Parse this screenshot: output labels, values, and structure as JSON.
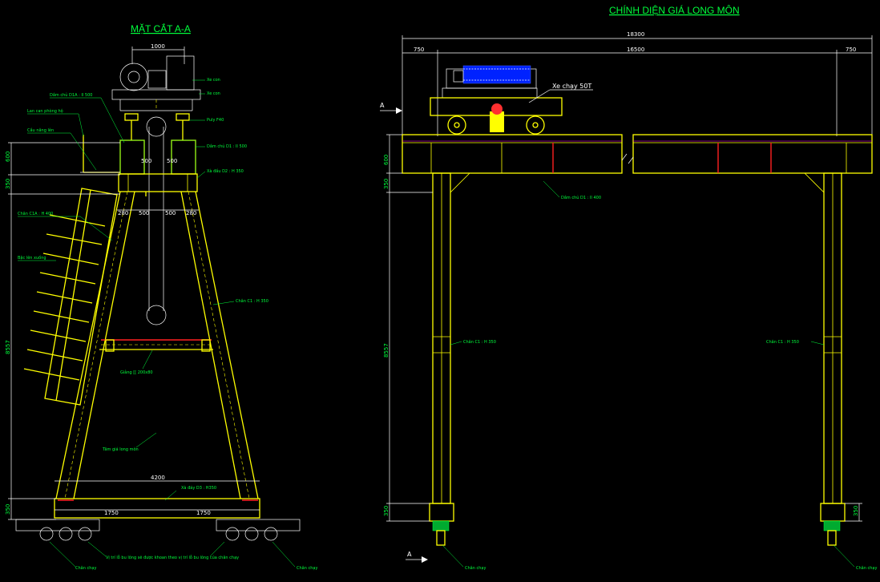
{
  "titles": {
    "section": "MẶT CẮT A-A",
    "elevation": "CHÍNH DIỆN GIÁ LONG MÔN"
  },
  "section_dims": {
    "top_width": "1000",
    "inner_left": "500",
    "inner_right": "500",
    "leg_a": "280",
    "leg_b": "500",
    "leg_c": "500",
    "leg_d": "280",
    "base_width": "4200",
    "base_left": "1750",
    "base_right": "1750",
    "v_600": "600",
    "v_350": "350",
    "v_main": "8557",
    "v_base": "350"
  },
  "section_labels": {
    "xe_con_1": "Xe con",
    "xe_con_2": "Xe con",
    "dam_chu_d1a": "Dầm chủ D1A : II 500",
    "lan_can": "Lan can phòng hộ",
    "cau_thang_tren": "Cầu nâng lên",
    "puly": "Puly F40",
    "dam_chu_d1": "Dầm chủ D1 : II 500",
    "xa_dau_d2": "Xà đầu D2 : H 350",
    "chan_c1a": "Chân C1A : H 400",
    "bac_thang": "Bậc lên xuống",
    "chan_c1": "Chân C1 : H 350",
    "giang": "Giằng [[ 200x80",
    "tam_gia": "Tâm giá long môn",
    "xa_day_d3": "Xà đáy D3 : H350",
    "note_bottom": "Vị trí lỗ bu lông sẽ được khoan theo vị trí lỗ bu lông của chân chạy",
    "chan_chay_left": "Chân chạy",
    "chan_chay_right": "Chân chạy"
  },
  "elevation_dims": {
    "total": "18300",
    "left_overhang": "750",
    "span": "16500",
    "right_overhang": "750",
    "v_600": "600",
    "v_350": "350",
    "v_main": "8557",
    "v_base": "350",
    "v_base_right": "350"
  },
  "elevation_labels": {
    "xe_chay": "Xe chạy 50T",
    "dam_chu": "Dầm chủ D1 : II 400",
    "chan_left": "Chân C1 : H 350",
    "chan_right": "Chân C1 : H 350",
    "chan_chay_left": "Chân chạy",
    "chan_chay_right": "Chân chạy",
    "section_mark_top": "A",
    "section_mark_bottom": "A"
  },
  "colors": {
    "background": "#000000",
    "structure": "#ffff00",
    "dimension": "#ffffff",
    "annotation": "#00ff3c",
    "stiffener": "#ff2020",
    "motor": "#0000ff"
  }
}
